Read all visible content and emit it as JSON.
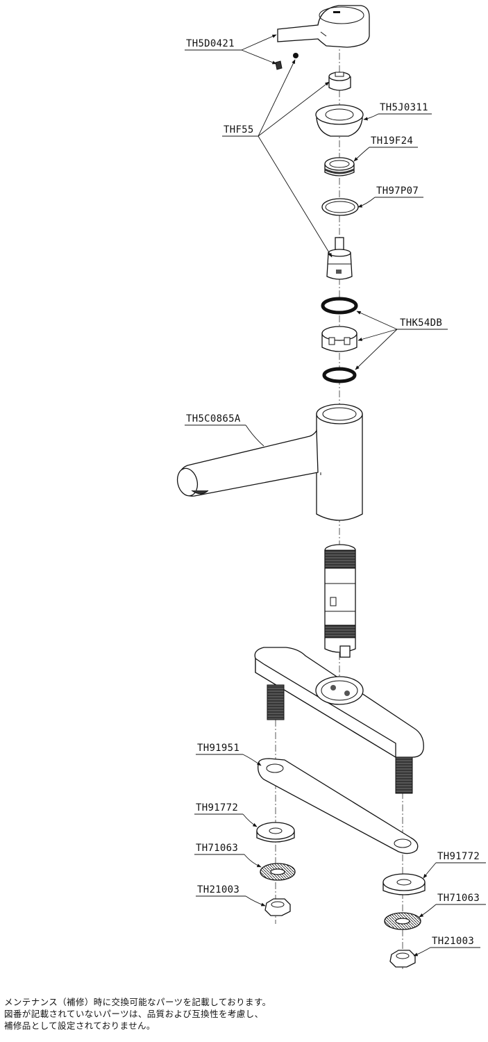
{
  "labels": {
    "lever_handle": "TH5D0421",
    "screw": "THF55",
    "cap_ring": "TH5J0311",
    "nut_ring": "TH19F24",
    "snap_ring": "TH97P07",
    "packing_set": "THK54DB",
    "spout_body": "TH5C0865A",
    "base_gasket": "TH91951",
    "washer_left": "TH91772",
    "lock_washer_left": "TH71063",
    "hex_nut_left": "TH21003",
    "washer_right": "TH91772",
    "lock_washer_right": "TH71063",
    "hex_nut_right": "TH21003"
  },
  "note": {
    "line1": "メンテナンス（補修）時に交換可能なパーツを記載しております。",
    "line2": "図番が記載されていないパーツは、品質および互換性を考慮し、",
    "line3": "補修品として設定されておりません。"
  }
}
